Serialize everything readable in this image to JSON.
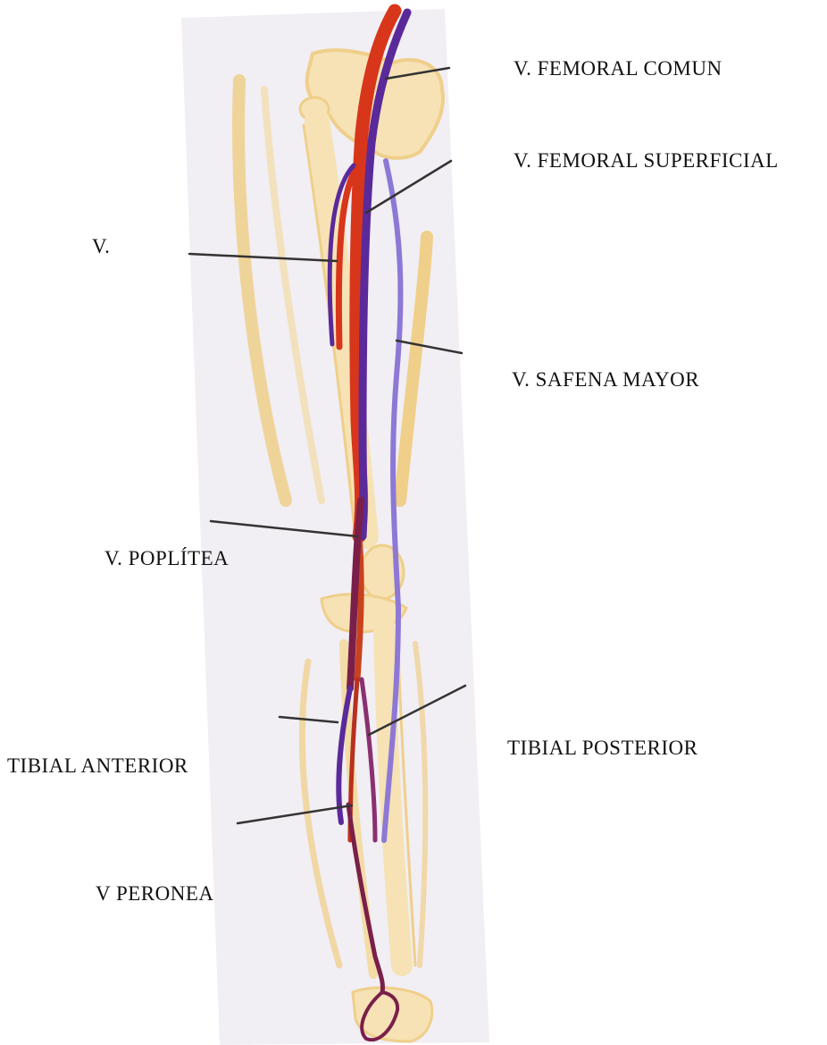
{
  "title": "",
  "labels": {
    "femoral_comun": "V. FEMORAL COMUN",
    "femoral_superficial": "V. FEMORAL SUPERFICIAL",
    "v": "V.",
    "safena_mayor": "V. SAFENA MAYOR",
    "poplitea": "V. POPLÍTEA",
    "tibial_posterior": "TIBIAL POSTERIOR",
    "tibial_anterior": "TIBIAL ANTERIOR",
    "peronea": "V PERONEA"
  },
  "colors": {
    "background_panel": "#f1eef4",
    "bone": "#efcf8a",
    "bone_light": "#f6e2b5",
    "artery": "#d8361b",
    "deep_vein": "#5a2a9a",
    "deep_vein_dark": "#7a1f4a",
    "saphenous_vein": "#8d78d6",
    "leader_line": "#333333"
  }
}
